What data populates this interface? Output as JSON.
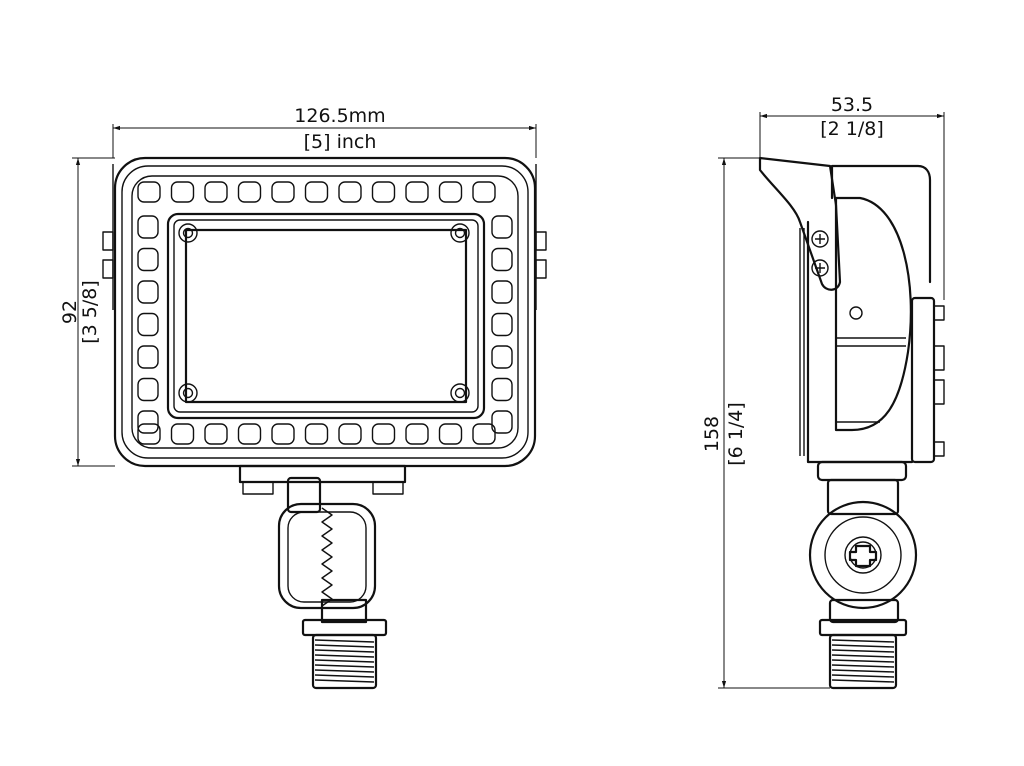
{
  "front_view": {
    "width_metric": "126.5mm",
    "width_imperial": "[5] inch",
    "height_metric": "92",
    "height_imperial": "[3 5/8]"
  },
  "side_view": {
    "depth_metric": "53.5",
    "depth_imperial": "[2 1/8]",
    "height_metric": "158",
    "height_imperial": "[6 1/4]"
  }
}
